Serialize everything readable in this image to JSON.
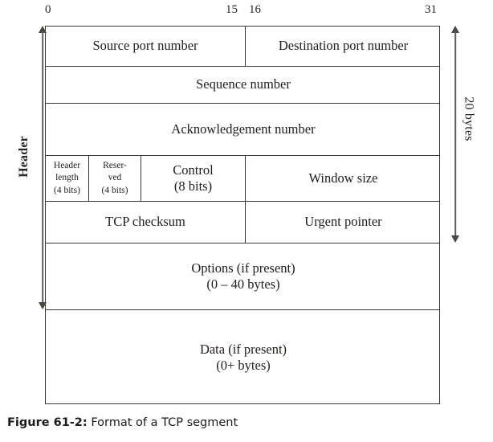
{
  "figure": {
    "caption_number": "Figure 61-2:",
    "caption_text": "Format of a TCP segment"
  },
  "bit_ruler": {
    "ticks": [
      "0",
      "15",
      "16",
      "31"
    ]
  },
  "dimensions": {
    "header_label": "Header",
    "size_label": "20 bytes"
  },
  "segment": {
    "rows": [
      {
        "name": "ports",
        "cells": [
          {
            "label": "Source port number"
          },
          {
            "label": "Destination port number"
          }
        ]
      },
      {
        "name": "sequence",
        "cells": [
          {
            "label": "Sequence number"
          }
        ]
      },
      {
        "name": "acknowledgement",
        "cells": [
          {
            "label": "Acknowledgement number"
          }
        ]
      },
      {
        "name": "control",
        "cells": [
          {
            "label": "Header",
            "label2": "length",
            "label3": "(4 bits)"
          },
          {
            "label": "Reser-",
            "label2": "ved",
            "label3": "(4 bits)"
          },
          {
            "label": "Control",
            "label2": "(8 bits)"
          },
          {
            "label": "Window size"
          }
        ]
      },
      {
        "name": "checksum",
        "cells": [
          {
            "label": "TCP checksum"
          },
          {
            "label": "Urgent pointer"
          }
        ]
      },
      {
        "name": "options",
        "cells": [
          {
            "label": "Options (if present)",
            "label2": "(0 – 40 bytes)"
          }
        ]
      },
      {
        "name": "data",
        "cells": [
          {
            "label": "Data (if present)",
            "label2": "(0+ bytes)"
          }
        ]
      }
    ]
  }
}
